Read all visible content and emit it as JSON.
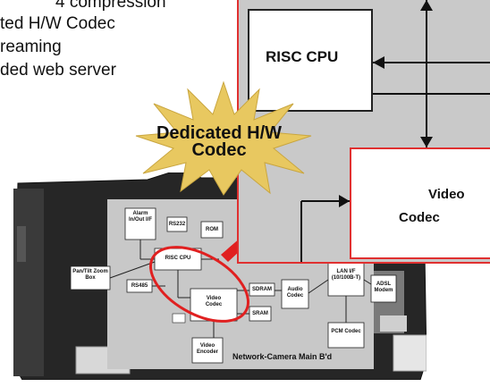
{
  "bullets": [
    "4 compression",
    "ted H/W Codec",
    "reaming",
    "ded web server"
  ],
  "zoom": {
    "cpu_label": "RISC CPU",
    "codec_line1": "Video",
    "codec_line2": "Codec"
  },
  "burst": {
    "line1": "Dedicated H/W",
    "line2": "Codec"
  },
  "board": {
    "alarm": "Alarm In/Out I/F",
    "rs232": "RS232",
    "rom": "ROM",
    "pan_tilt": "Pan/Tilt Zoom Box",
    "risc_cpu": "RISC CPU",
    "rs485": "RS485",
    "sdram": "SDRAM",
    "sram": "SRAM",
    "video_codec": "Video Codec",
    "audio_codec": "Audio Codec",
    "lan": "LAN I/F (10/100B-T)",
    "adsl": "ADSL Modem",
    "pcm": "PCM Codec",
    "video_encoder": "Video Encoder",
    "title": "Network-Camera Main B'd"
  },
  "colors": {
    "highlight": "#e02020",
    "burst_fill": "#e8c860",
    "zoom_bg": "#c9c9c9",
    "board_pcb": "#2a2a2a"
  }
}
